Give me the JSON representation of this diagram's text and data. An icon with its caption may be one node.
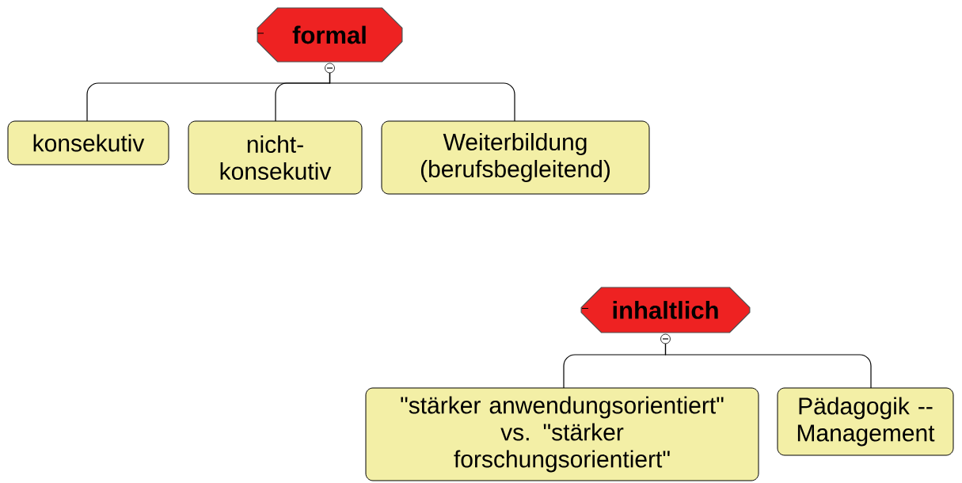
{
  "diagram": {
    "nodes": [
      {
        "text": [
          "formal"
        ]
      },
      {
        "text": [
          "konsekutiv"
        ]
      },
      {
        "text": [
          "nicht-konsekutiv"
        ]
      },
      {
        "text": [
          "Weiterbildung (berufsbegleitend)"
        ]
      },
      {
        "text": [
          "inhaltlich"
        ]
      },
      {
        "text": [
          "\"stärker anwendungsorientiert\" vs. \"stärker forschungsorientiert\""
        ]
      },
      {
        "text": [
          "Pädagogik -- Management"
        ]
      }
    ],
    "edges": [
      {
        "from": 0,
        "to": 1,
        "arrow": "none"
      },
      {
        "from": 0,
        "to": 2,
        "arrow": "none"
      },
      {
        "from": 0,
        "to": 3,
        "arrow": "none"
      },
      {
        "from": 4,
        "to": 5,
        "arrow": "none"
      },
      {
        "from": 4,
        "to": 6,
        "arrow": "none"
      }
    ]
  }
}
